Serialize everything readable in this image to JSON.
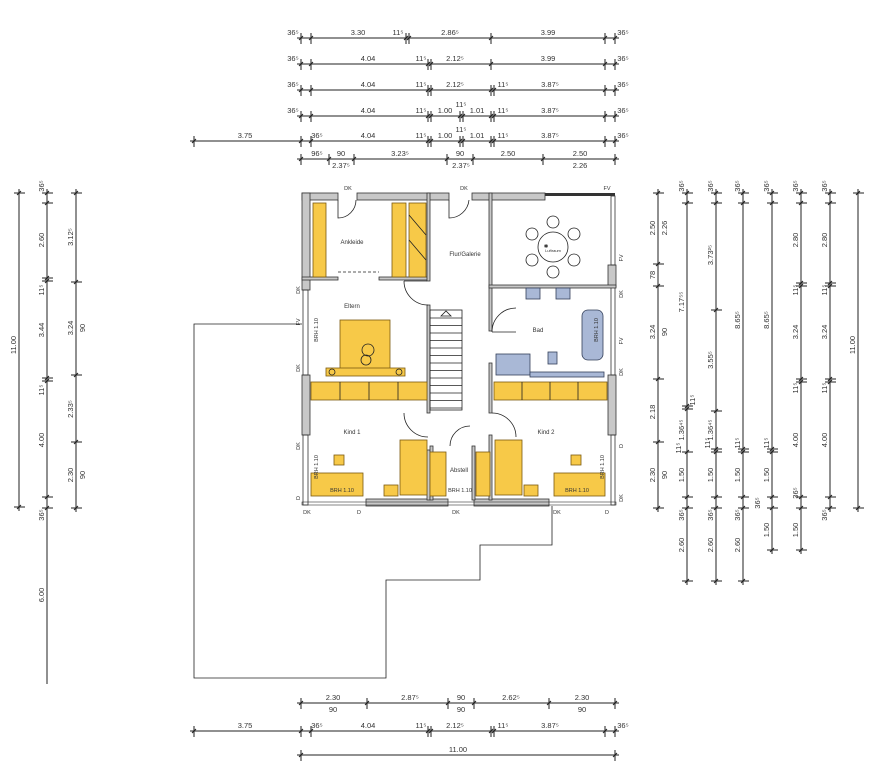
{
  "rooms": {
    "ankleide": "Ankleide",
    "flur": "Flur/Galerie",
    "luftraum": "Luftraum",
    "eltern": "Eltern",
    "bad": "Bad",
    "kind1": "Kind 1",
    "kind2": "Kind 2",
    "abstell": "Abstell"
  },
  "brh_label": "BRH 1.10",
  "windows": {
    "top": [
      "DK",
      "DK",
      "FV"
    ],
    "right": [
      "FV",
      "DK",
      "FV",
      "DK",
      "D",
      "DK"
    ],
    "left": [
      "DK",
      "FV",
      "DK",
      "DK",
      "D"
    ],
    "bottom": [
      "DK",
      "D",
      "DK",
      "DK",
      "D"
    ]
  },
  "colors": {
    "furniture": "#f7c948",
    "sanitary": "#a9b8d6",
    "wall": "#c8c8c8"
  },
  "dimensions": {
    "top": [
      [
        "36⁵",
        "3.30",
        "11⁵",
        "2.86⁵",
        "3.99",
        "36⁵"
      ],
      [
        "36⁵",
        "4.04",
        "11⁵",
        "2.12⁵",
        "3.99",
        "36⁵"
      ],
      [
        "36⁵",
        "4.04",
        "11⁵",
        "2.12⁵",
        "11⁵",
        "3.87⁵",
        "36⁵"
      ],
      [
        "36⁵",
        "4.04",
        "11⁵",
        "1.00",
        "11⁵",
        "1.01",
        "11⁵",
        "3.87⁵",
        "36⁵"
      ],
      [
        "3.75",
        "36⁵",
        "4.04",
        "11⁵",
        "1.00",
        "11⁵",
        "1.01",
        "11⁵",
        "3.87⁵",
        "36⁵"
      ],
      [
        "96⁵",
        "90",
        "3.23⁵",
        "90",
        "2.50",
        "2.50",
        "2.37⁵",
        "2.37⁵",
        "2.26"
      ]
    ],
    "bottom": [
      [
        "2.30",
        "2.87⁵",
        "90",
        "2.62⁵",
        "2.30",
        "90",
        "90",
        "90"
      ],
      [
        "3.75",
        "36⁵",
        "4.04",
        "11⁵",
        "2.12⁵",
        "11⁵",
        "3.87⁵",
        "36⁵"
      ],
      [
        "11.00"
      ]
    ],
    "right": [
      [
        "2.50",
        "2.26",
        "78",
        "3.24",
        "90",
        "2.18",
        "2.30",
        "90"
      ],
      [
        "36⁵",
        "7.17⁵⁵",
        "11⁵",
        "1.36⁴⁵",
        "11⁵",
        "1.50",
        "36⁵",
        "2.60"
      ],
      [
        "36⁵",
        "3.73²⁵",
        "3.55⁵",
        "1.36⁴⁵",
        "11⁵",
        "1.50",
        "36⁵",
        "2.60"
      ],
      [
        "36⁵",
        "8.65⁵",
        "11⁵",
        "1.50",
        "36⁵",
        "2.60"
      ],
      [
        "36⁵",
        "8.65⁵",
        "11⁵",
        "1.50",
        "36⁵",
        "1.50"
      ],
      [
        "36⁵",
        "2.80",
        "11⁵",
        "3.24",
        "11⁵",
        "4.00",
        "36⁵",
        "1.50"
      ],
      [
        "36⁵",
        "2.80",
        "11⁵",
        "3.24",
        "11⁵",
        "4.00",
        "36⁵"
      ],
      [
        "11.00"
      ]
    ],
    "left": [
      [
        "11.00"
      ],
      [
        "36⁵",
        "2.60",
        "11⁵",
        "3.44",
        "11⁵",
        "4.00",
        "36⁵",
        "6.00"
      ],
      [
        "3.12⁵",
        "3.24",
        "90",
        "2.33⁵",
        "2.30",
        "90"
      ]
    ]
  }
}
